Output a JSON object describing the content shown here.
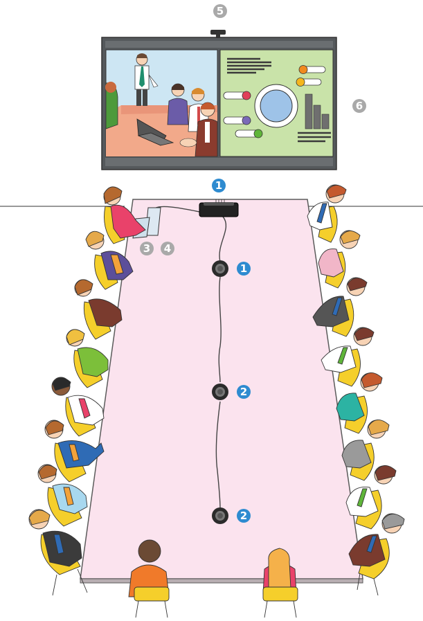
{
  "colors": {
    "blue_badge": "#2e8bd0",
    "gray_badge": "#a9a9a9",
    "table": "#fbe3ee",
    "table_edge": "#5b5b5b",
    "chair": "#f5cf2b",
    "monitor_frame": "#55595c",
    "screen_left": "#cde6f3",
    "screen_right": "#c9e3a9",
    "screen_table": "#f2a98a"
  },
  "callouts": {
    "camera_label": "5",
    "screen_label": "6",
    "hub_label": "1",
    "mic_first_label": "1",
    "mic_second_label": "2",
    "mic_third_label": "2",
    "laptop_label_a": "3",
    "laptop_label_b": "4"
  },
  "icons": {
    "camera": "webcam-icon",
    "hub": "speakerphone-hub-icon",
    "mic": "expansion-microphone-icon",
    "laptop": "laptop-icon"
  }
}
